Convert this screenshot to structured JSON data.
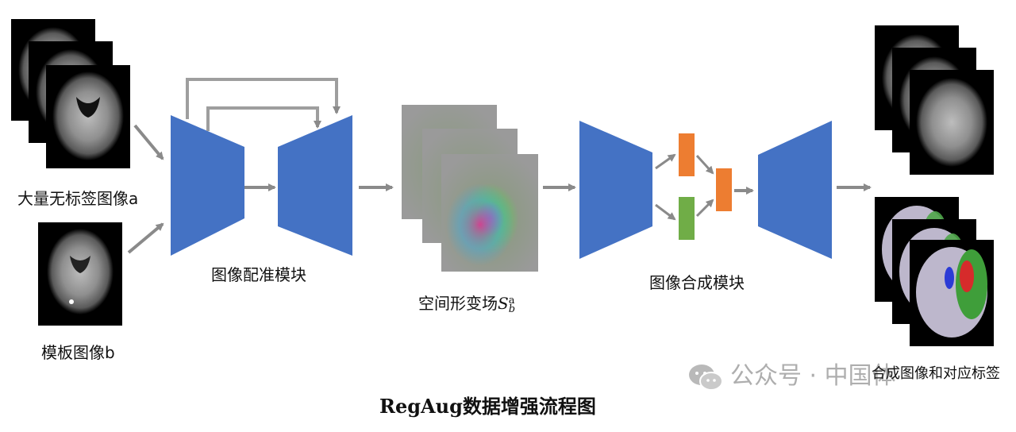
{
  "labels": {
    "unlabeled_images": "大量无标签图像a",
    "template_image": "模板图像b",
    "registration_module": "图像配准模块",
    "deformation_field": "空间形变场",
    "deformation_symbol": "S",
    "deformation_sub": "b",
    "deformation_sup": "a",
    "synthesis_module": "图像合成模块",
    "output_label": "合成图像和对应标签"
  },
  "caption": "RegAug数据增强流程图",
  "watermark": {
    "text": "公众号 · 中国体",
    "icon": "wechat-icon"
  },
  "colors": {
    "encoder_blue": "#4472C4",
    "skip_arrow_gray": "#9e9e9e",
    "branch_orange": "#ED7D31",
    "branch_green": "#70AD47",
    "mri_black": "#000000",
    "flow_gray": "#8a8a8a"
  }
}
